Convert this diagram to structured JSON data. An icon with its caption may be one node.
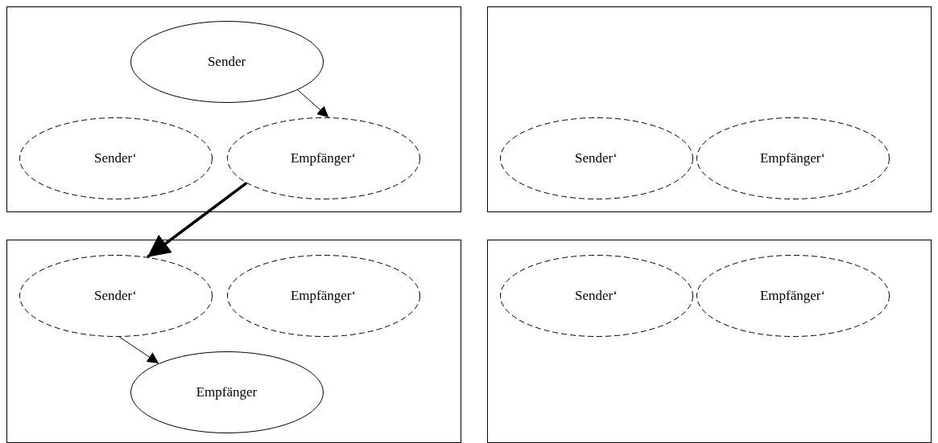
{
  "diagram": {
    "nodes": [
      {
        "text": [],
        "shape": "box"
      },
      {
        "text": [
          "Sender"
        ],
        "in": 0
      },
      {
        "text": [
          "Sender‘"
        ],
        "in": 0
      },
      {
        "text": [
          "Empfänger‘"
        ],
        "in": 0
      },
      {
        "text": [],
        "shape": "box"
      },
      {
        "text": [
          "Sender‘"
        ],
        "in": 4
      },
      {
        "text": [
          "Empfänger‘"
        ],
        "in": 4
      },
      {
        "text": [],
        "shape": "box"
      },
      {
        "text": [
          "Sender‘"
        ],
        "in": 7
      },
      {
        "text": [
          "Empfänger‘"
        ],
        "in": 7
      },
      {
        "text": [
          "Empfänger"
        ],
        "in": 7
      },
      {
        "text": [],
        "shape": "box"
      },
      {
        "text": [
          "Sender‘"
        ],
        "in": 11
      },
      {
        "text": [
          "Empfänger‘"
        ],
        "in": 11
      }
    ],
    "edges": [
      {
        "from": 1,
        "to": 3,
        "arrow": "to"
      },
      {
        "from": 3,
        "to": 8,
        "arrow": "to",
        "style": "thick"
      },
      {
        "from": 8,
        "to": 10,
        "arrow": "to"
      }
    ]
  }
}
